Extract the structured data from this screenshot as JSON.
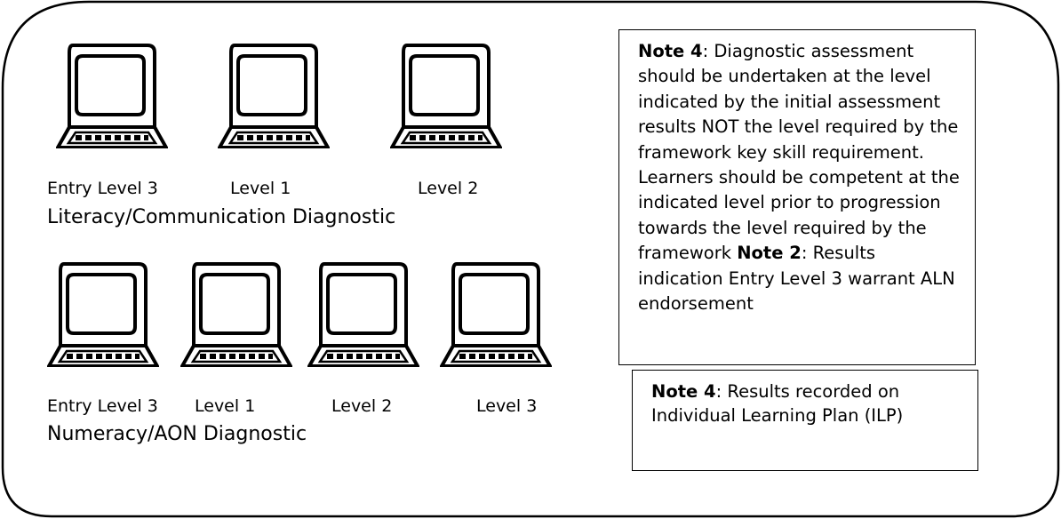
{
  "literacy": {
    "levels": [
      "Entry Level 3",
      "Level 1",
      "Level 2"
    ],
    "heading": "Literacy/Communication Diagnostic"
  },
  "numeracy": {
    "levels": [
      "Entry Level 3",
      "Level 1",
      "Level 2",
      "Level 3"
    ],
    "heading": "Numeracy/AON Diagnostic"
  },
  "notes": {
    "box1": {
      "note_a_label": "Note 4",
      "note_a_text": ": Diagnostic assessment should be undertaken at the level indicated by the initial assessment results NOT the level required by the framework key skill requirement. Learners should be competent at the indicated level prior to progression towards the level required by the framework",
      "note_b_label": "Note 2",
      "note_b_text": ": Results indication Entry Level 3 warrant ALN endorsement"
    },
    "box2": {
      "label": "Note 4",
      "text": ": Results recorded on Individual Learning Plan (ILP)"
    }
  },
  "icons": {
    "computer": "laptop-computer-icon"
  }
}
